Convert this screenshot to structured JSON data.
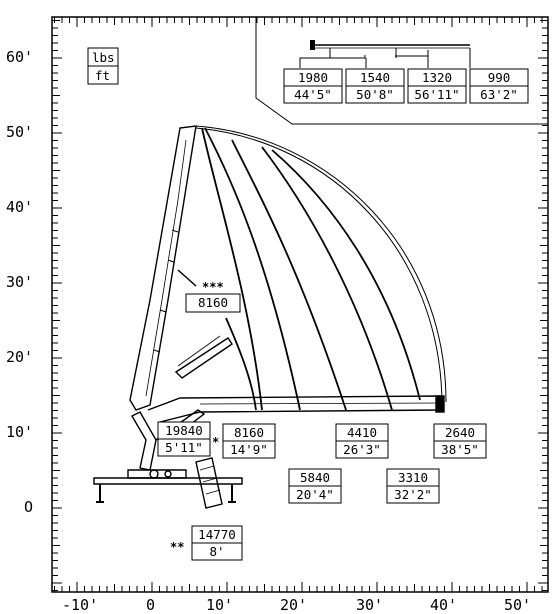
{
  "units": {
    "load": "lbs",
    "length": "ft"
  },
  "y_axis_ticks": [
    "60'",
    "50'",
    "40'",
    "30'",
    "20'",
    "10'",
    "O"
  ],
  "x_axis_ticks": [
    "-10'",
    "0",
    "10'",
    "20'",
    "30'",
    "40'",
    "50'"
  ],
  "extension_table": [
    {
      "load": "1980",
      "reach": "44'5\""
    },
    {
      "load": "1540",
      "reach": "50'8\""
    },
    {
      "load": "1320",
      "reach": "56'11\""
    },
    {
      "load": "990",
      "reach": "63'2\""
    }
  ],
  "capacity_labels": [
    {
      "id": "triple-star",
      "marker": "***",
      "load": "8160",
      "reach": ""
    },
    {
      "id": "base",
      "marker": "*",
      "load": "19840",
      "reach": "5'11\""
    },
    {
      "id": "r1",
      "marker": "",
      "load": "8160",
      "reach": "14'9\""
    },
    {
      "id": "r2",
      "marker": "",
      "load": "5840",
      "reach": "20'4\""
    },
    {
      "id": "r3",
      "marker": "",
      "load": "4410",
      "reach": "26'3\""
    },
    {
      "id": "r4",
      "marker": "",
      "load": "3310",
      "reach": "32'2\""
    },
    {
      "id": "r5",
      "marker": "",
      "load": "2640",
      "reach": "38'5\""
    },
    {
      "id": "double-star",
      "marker": "**",
      "load": "14770",
      "reach": "8'"
    }
  ]
}
